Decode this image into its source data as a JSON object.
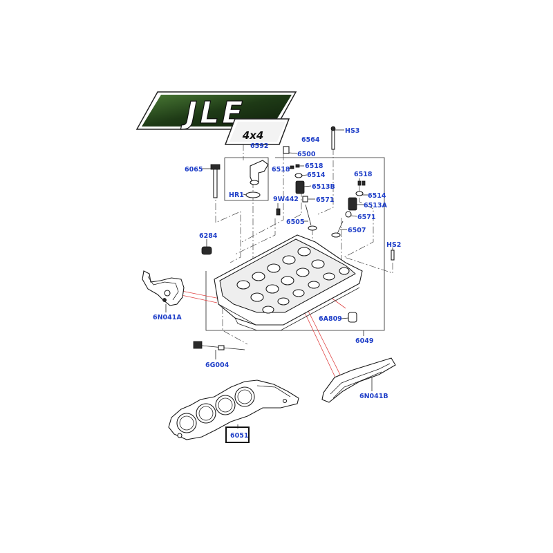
{
  "logo": {
    "brand": "JLE",
    "sub": "4x4"
  },
  "callouts": {
    "c6564": "6564",
    "cHS3": "HS3",
    "c6592": "6592",
    "c6500": "6500",
    "c6065": "6065",
    "c6518a": "6518",
    "c6518b": "6518",
    "c6514a": "6514",
    "c6518c": "6518",
    "c6513B": "6513B",
    "c6514b": "6514",
    "cHR1": "HR1",
    "c9W442": "9W442",
    "c6571a": "6571",
    "c6513A": "6513A",
    "c6571b": "6571",
    "c6505": "6505",
    "c6507": "6507",
    "c6284": "6284",
    "cHS2": "HS2",
    "c6N041A": "6N041A",
    "c6A809": "6A809",
    "c6049": "6049",
    "c6G004": "6G004",
    "c6N041B": "6N041B",
    "c6051": "6051"
  },
  "colors": {
    "callout": "#1f3fc8",
    "leader_red": "#e04545",
    "logo_green": "#2f5a22"
  }
}
